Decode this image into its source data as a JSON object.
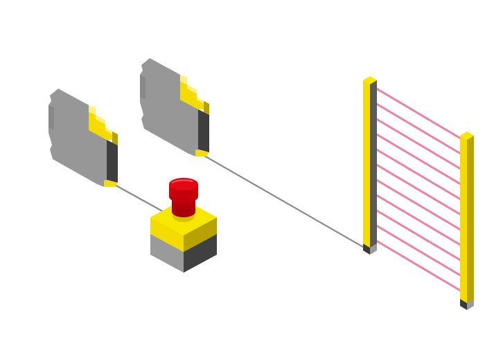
{
  "diagram": {
    "components": [
      {
        "id": "relay-left",
        "kind": "safety-relay-module"
      },
      {
        "id": "relay-right",
        "kind": "safety-relay-module"
      },
      {
        "id": "estop",
        "kind": "emergency-stop-button"
      },
      {
        "id": "curtain-emitter",
        "kind": "light-curtain-emitter"
      },
      {
        "id": "curtain-receiver",
        "kind": "light-curtain-receiver"
      }
    ],
    "connections": [
      {
        "from": "relay-left",
        "to": "estop"
      },
      {
        "from": "relay-right",
        "to": "curtain-emitter"
      }
    ],
    "light_beam_count": 11
  },
  "colors": {
    "module_gray": "#9a9a9a",
    "module_gray_light": "#c4c4c4",
    "module_gray_dark": "#7f7f7f",
    "module_edge": "#404040",
    "yellow": "#f4dc00",
    "yellow_dark": "#b8a200",
    "red": "#e10a14",
    "red_dark": "#a8000a",
    "beam": "#ef7fa6",
    "cable": "#8a8a8a"
  }
}
